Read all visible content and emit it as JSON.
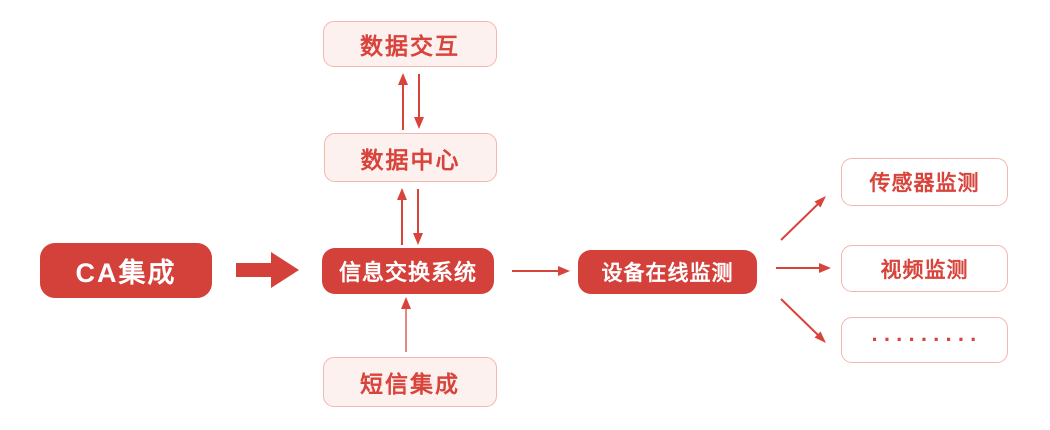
{
  "colors": {
    "solid_red": "#d4403a",
    "arrow_red": "#d8443c",
    "pink_fill": "#fdf1ef",
    "pink_border": "#f4b6af",
    "white_fill": "#ffffff"
  },
  "nodes": {
    "ca": {
      "label": "CA集成"
    },
    "data_exchange": {
      "label": "数据交互"
    },
    "data_center": {
      "label": "数据中心"
    },
    "info_exchange": {
      "label": "信息交换系统"
    },
    "sms": {
      "label": "短信集成"
    },
    "device_monitor": {
      "label": "设备在线监测"
    },
    "sensor_monitor": {
      "label": "传感器监测"
    },
    "video_monitor": {
      "label": "视频监测"
    },
    "more": {
      "label": "·········"
    }
  },
  "edges": [
    {
      "from": "CA集成",
      "to": "信息交换系统",
      "style": "thick-block-arrow-right"
    },
    {
      "from": "数据交互",
      "to": "数据中心",
      "style": "paired-vertical-arrows-both-directions"
    },
    {
      "from": "数据中心",
      "to": "信息交换系统",
      "style": "paired-vertical-arrows-both-directions"
    },
    {
      "from": "短信集成",
      "to": "信息交换系统",
      "style": "arrow-up"
    },
    {
      "from": "信息交换系统",
      "to": "设备在线监测",
      "style": "arrow-right"
    },
    {
      "from": "设备在线监测",
      "to": "传感器监测",
      "style": "arrow-diagonal-up-right"
    },
    {
      "from": "设备在线监测",
      "to": "视频监测",
      "style": "arrow-right"
    },
    {
      "from": "设备在线监测",
      "to": "·········",
      "style": "arrow-diagonal-down-right"
    }
  ]
}
